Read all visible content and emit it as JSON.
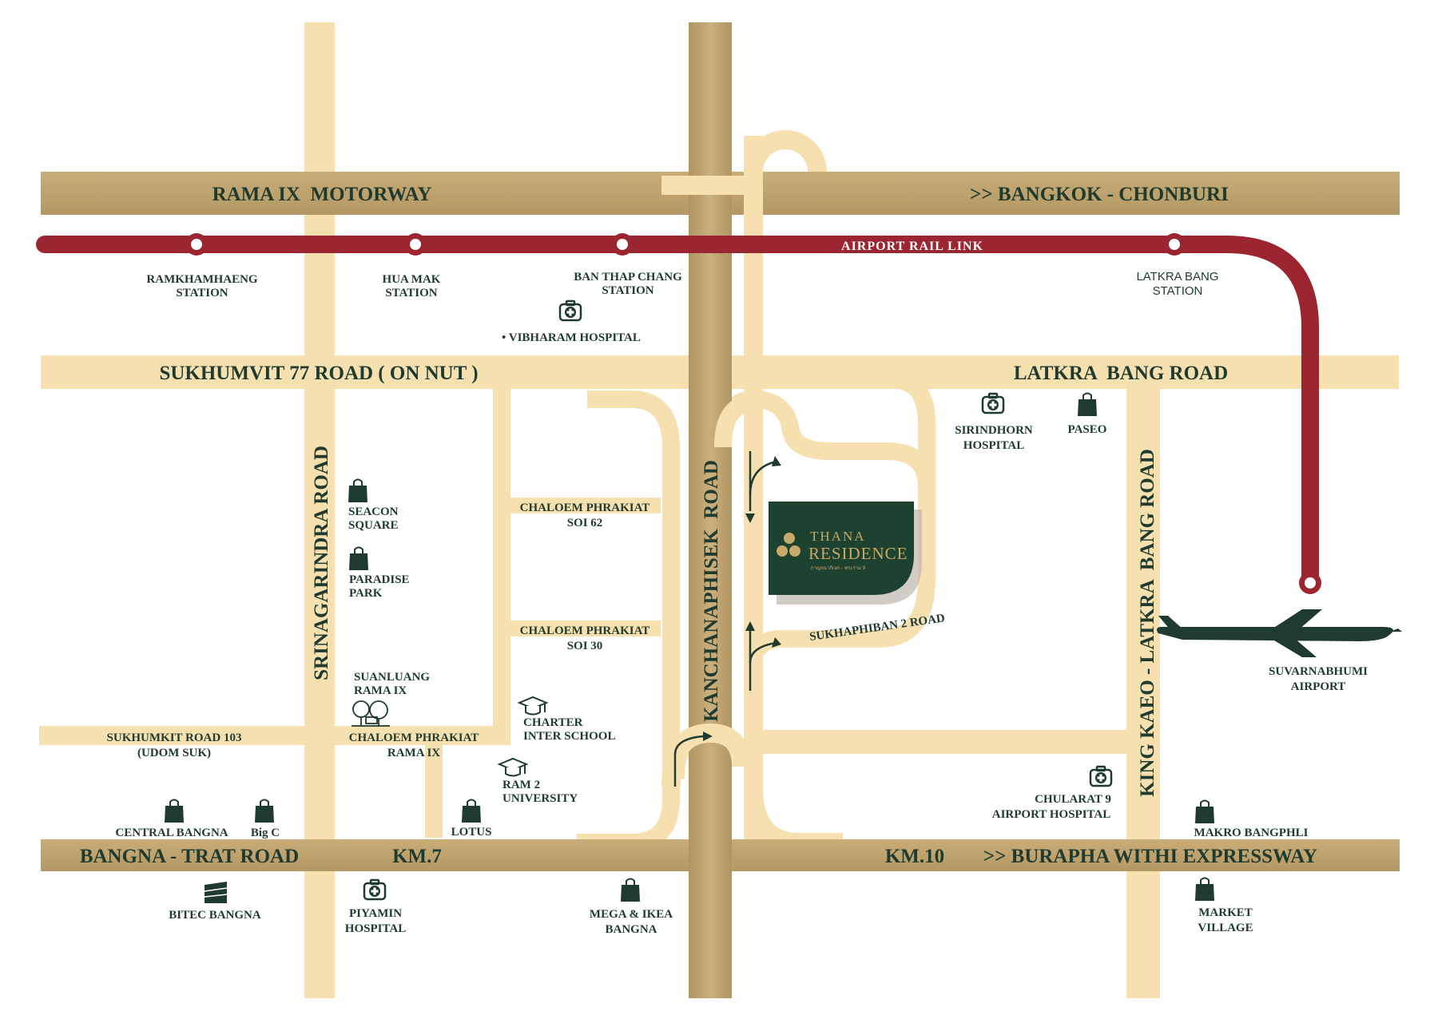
{
  "colors": {
    "major_road": "#c2aa76",
    "minor_road": "#f7e0b0",
    "rail": "#9b2631",
    "label": "#1f3a2e",
    "project_bg": "#1e4230",
    "project_text": "#c9a96a"
  },
  "roads": {
    "rama9_motorway": "RAMA IX  MOTORWAY",
    "bangkok_chonburi": ">> BANGKOK - CHONBURI",
    "sukhumvit77": "SUKHUMVIT 77 ROAD ( ON NUT )",
    "latkrabang_road": "LATKRA  BANG ROAD",
    "srinagarindra": "SRINAGARINDRA ROAD",
    "kanchanaphisek": "KANCHANAPHISEK  ROAD",
    "kingkaeo": "KING KAEO - LATKRA  BANG ROAD",
    "chaloem_62_line1": "CHALOEM PHRAKIAT",
    "chaloem_62_line2": "SOI 62",
    "chaloem_30_line1": "CHALOEM PHRAKIAT",
    "chaloem_30_line2": "SOI 30",
    "chaloem_rama9_line1": "CHALOEM PHRAKIAT",
    "chaloem_rama9_line2": "RAMA IX",
    "sukhumvit103_line1": "SUKHUMKIT ROAD 103",
    "sukhumvit103_line2": "(UDOM SUK)",
    "sukhaphiban2": "SUKHAPHIBAN 2 ROAD",
    "bangna_trat": "BANGNA - TRAT ROAD",
    "km7": "KM.7",
    "km10": "KM.10",
    "burapha": ">> BURAPHA WITHI EXPRESSWAY"
  },
  "rail": {
    "line_label": "AIRPORT RAIL LINK",
    "stations": [
      {
        "line1": "RAMKHAMHAENG",
        "line2": "STATION"
      },
      {
        "line1": "HUA MAK",
        "line2": "STATION"
      },
      {
        "line1": "BAN THAP CHANG",
        "line2": "STATION"
      },
      {
        "line1": "LATKRA BANG",
        "line2": "STATION"
      }
    ]
  },
  "places": {
    "vibharam": "• VIBHARAM HOSPITAL",
    "sirindhorn_1": "SIRINDHORN",
    "sirindhorn_2": "HOSPITAL",
    "paseo": "PASEO",
    "seacon_1": "SEACON",
    "seacon_2": "SQUARE",
    "paradise_1": "PARADISE",
    "paradise_2": "PARK",
    "suanluang_1": "SUANLUANG",
    "suanluang_2": "RAMA IX",
    "charter_1": "CHARTER",
    "charter_2": "INTER SCHOOL",
    "ram2_1": "RAM 2",
    "ram2_2": "UNIVERSITY",
    "central_bangna": "CENTRAL BANGNA",
    "bigc": "Big C",
    "lotus": "LOTUS",
    "bitec": "BITEC BANGNA",
    "piyamin_1": "PIYAMIN",
    "piyamin_2": "HOSPITAL",
    "mega_1": "MEGA & IKEA",
    "mega_2": "BANGNA",
    "chularat_1": "CHULARAT 9",
    "chularat_2": "AIRPORT HOSPITAL",
    "makro": "MAKRO BANGPHLI",
    "market_1": "MARKET",
    "market_2": "VILLAGE",
    "airport_1": "SUVARNABHUMI",
    "airport_2": "AIRPORT"
  },
  "project": {
    "name_line1": "THANA",
    "name_line2": "RESIDENCE",
    "tagline": "กาญจนาภิเษก - พระราม 9"
  },
  "icons": {
    "hospital": "hospital-icon",
    "shopping": "shopping-bag-icon",
    "school": "graduation-cap-icon",
    "park": "park-icon",
    "building": "building-icon",
    "airplane": "airplane-icon",
    "station": "station-marker-icon",
    "arrow": "direction-arrow-icon"
  }
}
